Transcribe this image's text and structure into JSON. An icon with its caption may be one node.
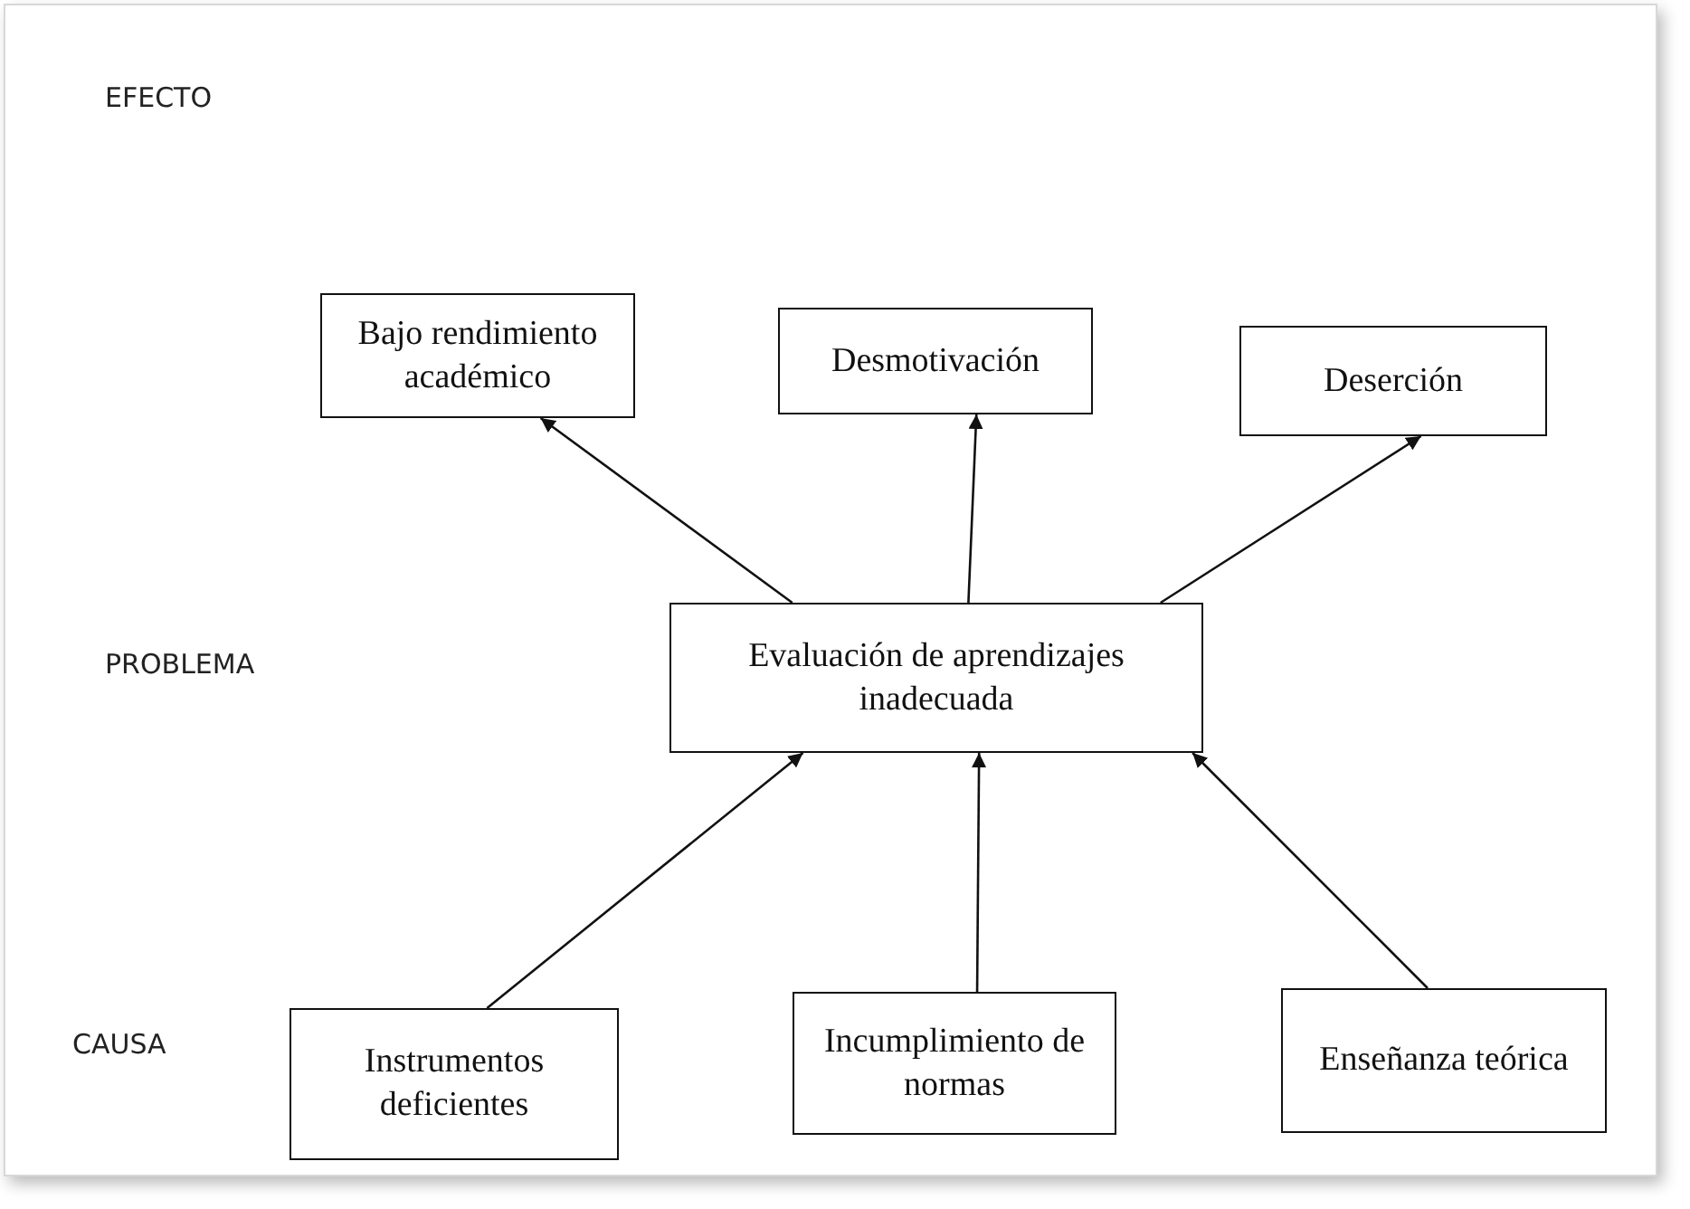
{
  "diagram": {
    "nodes": [
      {
        "text": [
          "Bajo rendimiento académico"
        ]
      },
      {
        "text": [
          "Desmotivación"
        ]
      },
      {
        "text": [
          "Deserción"
        ]
      },
      {
        "text": [
          "Evaluación de aprendizajes inadecuada"
        ]
      },
      {
        "text": [
          "Instrumentos deficientes"
        ]
      },
      {
        "text": [
          "Incumplimiento de normas"
        ]
      },
      {
        "text": [
          "Enseñanza teórica"
        ]
      }
    ],
    "edges": [
      {
        "from": 3,
        "to": 0,
        "arrow": "to"
      },
      {
        "from": 3,
        "to": 1,
        "arrow": "to"
      },
      {
        "from": 3,
        "to": 2,
        "arrow": "to"
      },
      {
        "from": 4,
        "to": 3,
        "arrow": "to"
      },
      {
        "from": 5,
        "to": 3,
        "arrow": "to"
      },
      {
        "from": 6,
        "to": 3,
        "arrow": "to"
      }
    ],
    "labels": [
      "EFECTO",
      "PROBLEMA",
      "CAUSA"
    ]
  }
}
